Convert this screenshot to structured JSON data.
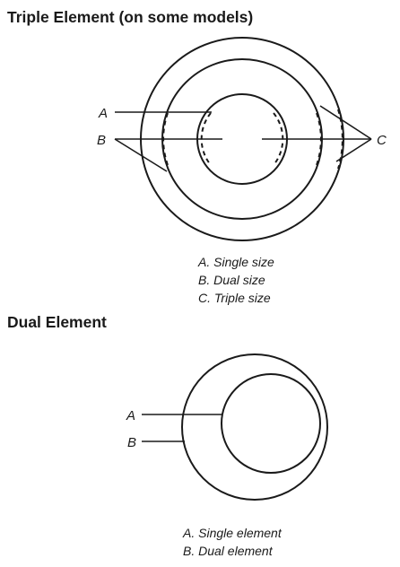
{
  "triple": {
    "title": "Triple Element (on some models)",
    "callouts": {
      "a": "A",
      "b": "B",
      "c": "C"
    },
    "legend": [
      "A. Single size",
      "B. Dual size",
      "C. Triple size"
    ]
  },
  "dual": {
    "title": "Dual Element",
    "callouts": {
      "a": "A",
      "b": "B"
    },
    "legend": [
      "A. Single element",
      "B. Dual element"
    ]
  },
  "colors": {
    "ink": "#1a1a1a",
    "background": "#ffffff"
  }
}
